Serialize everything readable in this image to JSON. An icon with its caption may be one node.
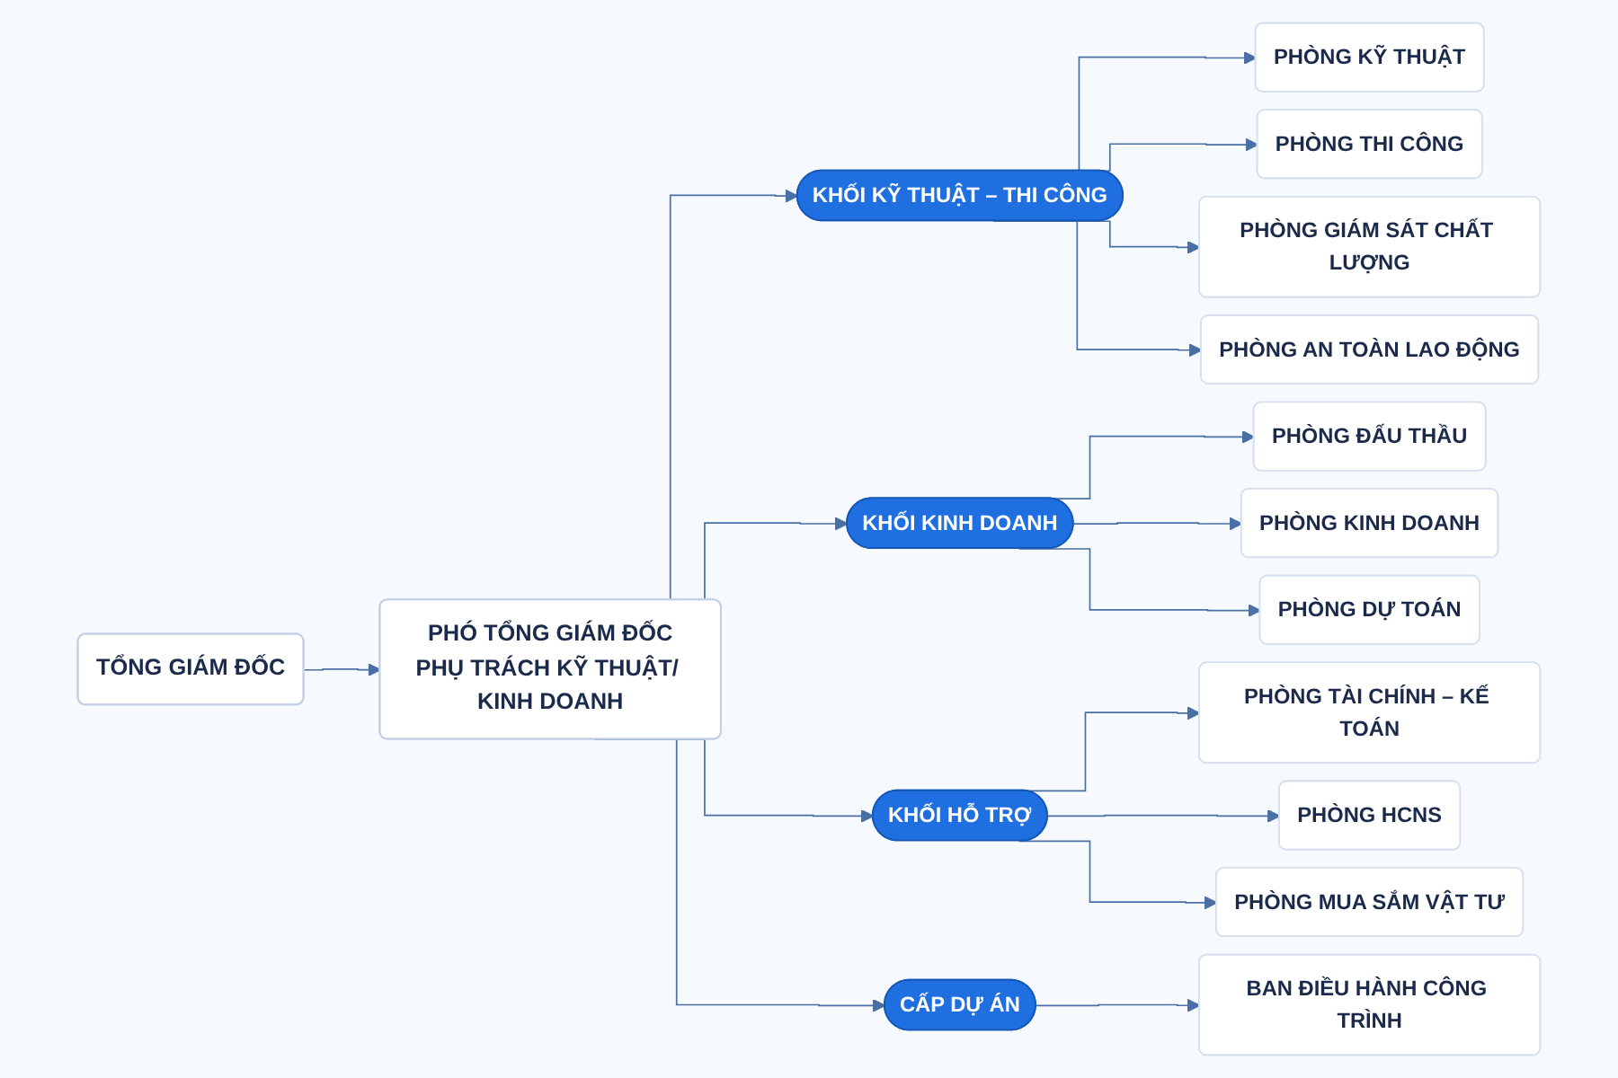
{
  "diagram": {
    "nodes": [
      {
        "text": [
          "TỔNG GIÁM ĐỐC"
        ]
      },
      {
        "text": [
          "PHÓ TỔNG GIÁM ĐỐC",
          "PHỤ TRÁCH KỸ THUẬT/ KINH DOANH"
        ]
      },
      {
        "text": [
          "KHỐI KỸ THUẬT – THI CÔNG"
        ]
      },
      {
        "text": [
          "PHÒNG KỸ THUẬT"
        ]
      },
      {
        "text": [
          "PHÒNG THI CÔNG"
        ]
      },
      {
        "text": [
          "PHÒNG GIÁM SÁT CHẤT LƯỢNG"
        ]
      },
      {
        "text": [
          "PHÒNG AN TOÀN LAO ĐỘNG"
        ]
      },
      {
        "text": [
          "KHỐI KINH DOANH"
        ]
      },
      {
        "text": [
          "PHÒNG ĐẤU THẦU"
        ]
      },
      {
        "text": [
          "PHÒNG KINH DOANH"
        ]
      },
      {
        "text": [
          "PHÒNG DỰ TOÁN"
        ]
      },
      {
        "text": [
          "KHỐI HỖ TRỢ"
        ]
      },
      {
        "text": [
          "PHÒNG TÀI CHÍNH – KẾ TOÁN"
        ]
      },
      {
        "text": [
          "PHÒNG HCNS"
        ]
      },
      {
        "text": [
          "PHÒNG MUA SẮM VẬT TƯ"
        ]
      },
      {
        "text": [
          "CẤP DỰ ÁN"
        ]
      },
      {
        "text": [
          "BAN ĐIỀU HÀNH CÔNG TRÌNH"
        ]
      }
    ],
    "edges": [
      {
        "from": 0,
        "to": 1,
        "arrow": "to"
      },
      {
        "from": 1,
        "to": 2,
        "arrow": "to"
      },
      {
        "from": 1,
        "to": 7,
        "arrow": "to"
      },
      {
        "from": 1,
        "to": 11,
        "arrow": "to"
      },
      {
        "from": 1,
        "to": 15,
        "arrow": "to"
      },
      {
        "from": 2,
        "to": 3,
        "arrow": "to"
      },
      {
        "from": 2,
        "to": 4,
        "arrow": "to"
      },
      {
        "from": 2,
        "to": 5,
        "arrow": "to"
      },
      {
        "from": 2,
        "to": 6,
        "arrow": "to"
      },
      {
        "from": 7,
        "to": 8,
        "arrow": "to"
      },
      {
        "from": 7,
        "to": 9,
        "arrow": "to"
      },
      {
        "from": 7,
        "to": 10,
        "arrow": "to"
      },
      {
        "from": 11,
        "to": 12,
        "arrow": "to"
      },
      {
        "from": 11,
        "to": 13,
        "arrow": "to"
      },
      {
        "from": 11,
        "to": 14,
        "arrow": "to"
      },
      {
        "from": 15,
        "to": 16,
        "arrow": "to"
      }
    ]
  }
}
